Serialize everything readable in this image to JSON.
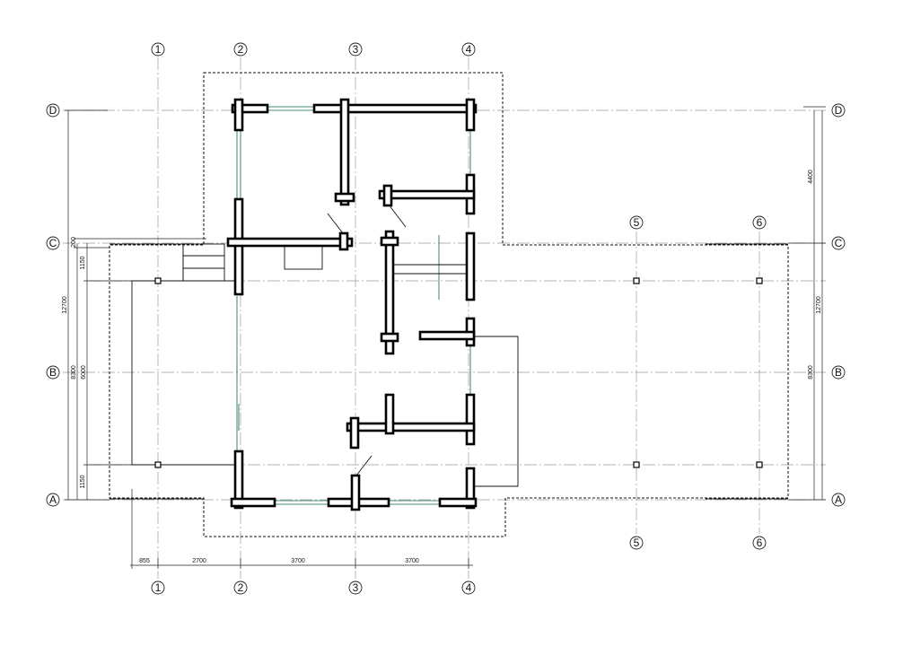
{
  "axes": {
    "vertical": [
      {
        "id": "ax1",
        "label": "1"
      },
      {
        "id": "ax2",
        "label": "2"
      },
      {
        "id": "ax3",
        "label": "3"
      },
      {
        "id": "ax4",
        "label": "4"
      },
      {
        "id": "ax5",
        "label": "5"
      },
      {
        "id": "ax6",
        "label": "6"
      }
    ],
    "horizontal": [
      {
        "id": "axD",
        "label": "D"
      },
      {
        "id": "axC",
        "label": "C"
      },
      {
        "id": "axB",
        "label": "B"
      },
      {
        "id": "axA",
        "label": "A"
      }
    ]
  },
  "dimensions": {
    "bottom": [
      "855",
      "2700",
      "3700",
      "3700"
    ],
    "left": [
      "200",
      "1150",
      "12700",
      "8300",
      "6000",
      "1150"
    ],
    "right": [
      "4400",
      "12700",
      "8300"
    ]
  }
}
